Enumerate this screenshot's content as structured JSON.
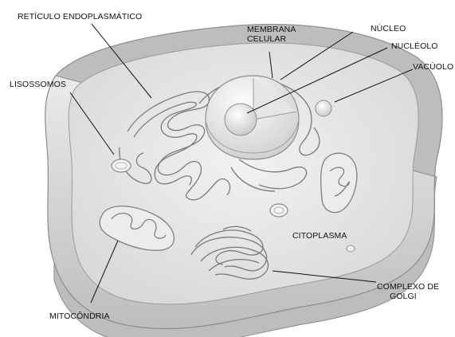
{
  "labels": {
    "reticulo": "RETÍCULO ENDOPLASMÁTICO",
    "membrana_1": "MEMBRANA",
    "membrana_2": "CELULAR",
    "nucleo": "NÚCLEO",
    "nucleolo": "NUCLÉOLO",
    "vacuolo": "VACÚOLO",
    "lisossomos": "LISOSSOMOS",
    "citoplasma": "CITOPLASMA",
    "complexo_1": "COMPLEXO DE",
    "complexo_2": "GOLGI",
    "mitocondria": "MITOCÔNDRIA"
  }
}
